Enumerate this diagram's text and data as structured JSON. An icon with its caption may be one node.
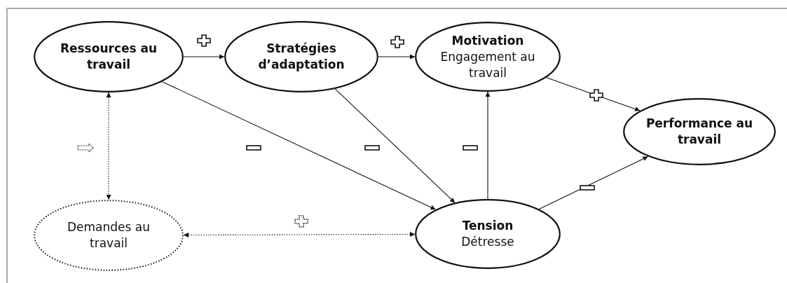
{
  "diagram": {
    "nodes": [
      {
        "text": [
          "Ressources au travail"
        ]
      },
      {
        "text": [
          "Stratégies d’adaptation"
        ]
      },
      {
        "text": [
          "Motivation",
          "Engagement au travail"
        ]
      },
      {
        "text": [
          "Performance au travail"
        ]
      },
      {
        "text": [
          "Demandes au travail"
        ]
      },
      {
        "text": [
          "Tension",
          "Détresse"
        ]
      }
    ],
    "edges": [
      {
        "from": 0,
        "to": 1,
        "arrow": "to"
      },
      {
        "from": 1,
        "to": 2,
        "arrow": "to"
      },
      {
        "from": 2,
        "to": 3,
        "arrow": "to"
      },
      {
        "from": 0,
        "to": 5,
        "arrow": "to"
      },
      {
        "from": 1,
        "to": 5,
        "arrow": "to"
      },
      {
        "from": 5,
        "to": 2,
        "arrow": "to"
      },
      {
        "from": 5,
        "to": 3,
        "arrow": "to"
      },
      {
        "from": 0,
        "to": 4,
        "arrow": "both",
        "style": "dashed"
      },
      {
        "from": 4,
        "to": 5,
        "arrow": "both",
        "style": "dashed"
      }
    ]
  }
}
